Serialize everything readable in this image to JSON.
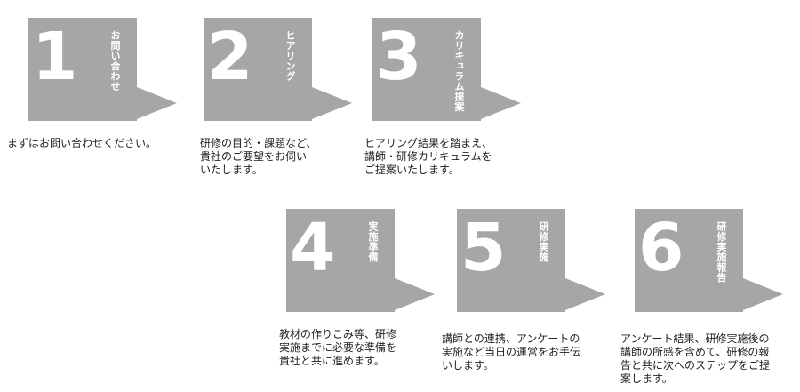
{
  "colors": {
    "flag_fill": "#a6a6a6",
    "number_text": "#ffffff",
    "description_text": "#222222"
  },
  "steps": [
    {
      "number": "1",
      "title": "お問い合わせ",
      "description": "まずはお問い合わせください。"
    },
    {
      "number": "2",
      "title": "ヒアリング",
      "description": "研修の目的・課題など、\n貴社のご要望をお伺い\nいたします。"
    },
    {
      "number": "3",
      "title": "カリキュラム提案",
      "description": "ヒアリング結果を踏まえ、\n講師・研修カリキュラムを\nご提案いたします。"
    },
    {
      "number": "4",
      "title": "実施準備",
      "description": "教材の作りこみ等、研修\n実施までに必要な準備を\n貴社と共に進めます。"
    },
    {
      "number": "5",
      "title": "研修実施",
      "description": "講師との連携、アンケートの\n実施など当日の運営をお手伝\nいします。"
    },
    {
      "number": "6",
      "title": "研修実施報告",
      "description": "アンケート結果、研修実施後の\n講師の所感を含めて、研修の報\n告と共に次へのステップをご提\n案します。"
    }
  ]
}
